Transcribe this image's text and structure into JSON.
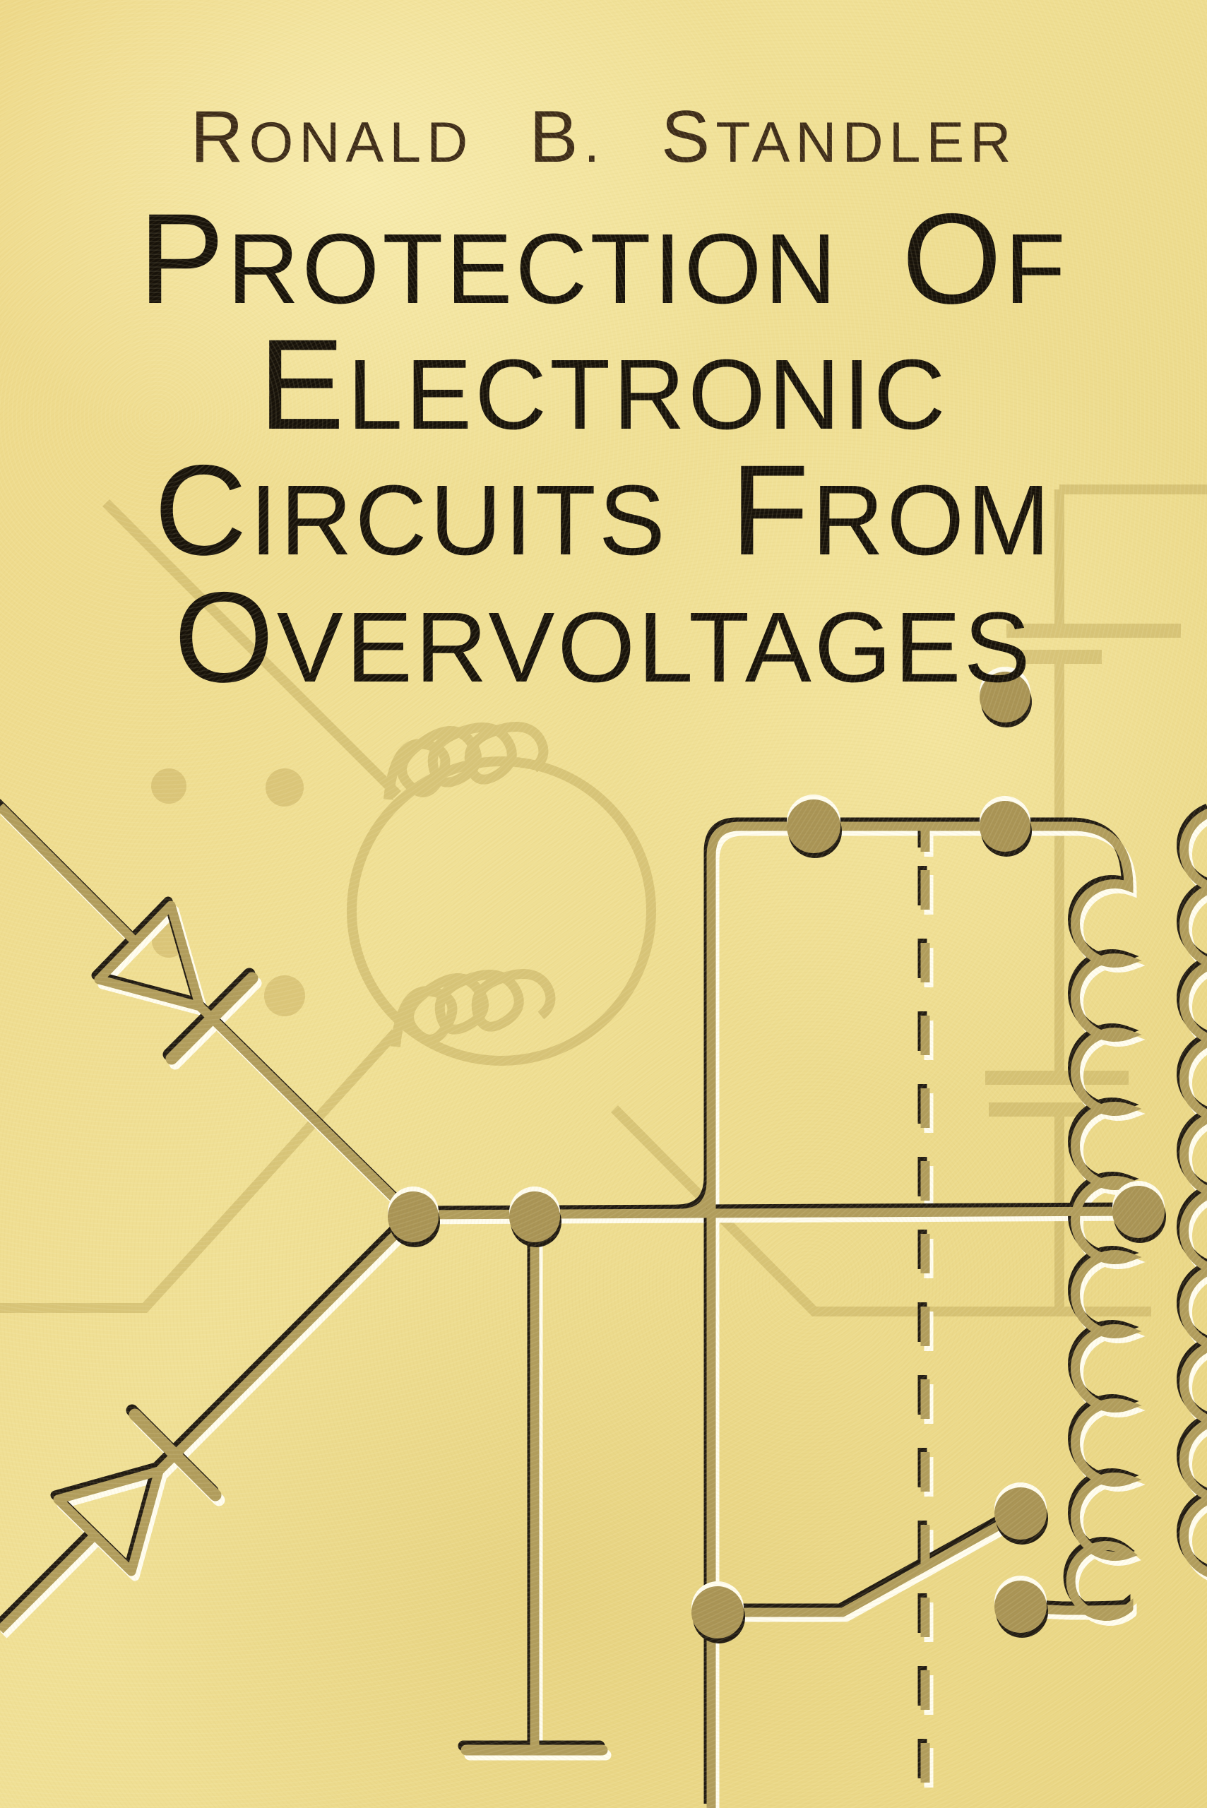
{
  "book": {
    "author": "Ronald B. Standler",
    "title_lines": [
      "Protection of",
      "Electronic",
      "Circuits from",
      "Overvoltages"
    ]
  },
  "colors": {
    "background": "#ecda8a",
    "title_text": "#17120a",
    "author_text": "#3d2b18",
    "foil_gold": "#b09c5c",
    "foil_shadow": "#201a12",
    "foil_highlight": "#fffdf0",
    "watermark_gold": "#c4ae62"
  },
  "illustration": {
    "style": "embossed gold-foil circuit diagram over faint watermark circuit art",
    "foil_elements": [
      "diode-pointing-down-right",
      "diode-pointing-up-right",
      "junction-dots",
      "horizontal-bus-wire",
      "rectangle-loop-wire",
      "vertical-dashed-boundary",
      "relay-switch-blade",
      "inductor-coil",
      "edge-inductor-coil",
      "ground-terminal",
      "foil-dot"
    ],
    "watermark_elements": [
      "transformer-circle",
      "coil-scribble-top",
      "coil-scribble-bottom",
      "capacitor-upper",
      "capacitor-lower",
      "frame-lines",
      "pale-dots"
    ]
  }
}
